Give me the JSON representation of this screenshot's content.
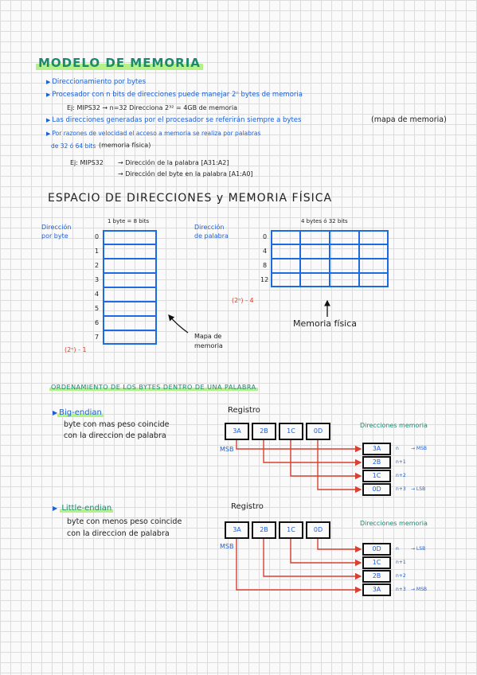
{
  "title": "MODELO DE MEMORIA",
  "bullets": {
    "b1": "Direccionamiento por bytes",
    "b2": "Procesador con n bits de direcciones puede manejar 2ⁿ bytes de memoria",
    "b2_example": "Ej: MIPS32 → n=32   Direcciona 2³² = 4GB de memoria",
    "b3": "Las direcciones generadas por el procesador se referirán siempre a bytes",
    "b3_note": "(mapa de memoria)",
    "b4a": "Por razones de velocidad el acceso a memoria se realiza por palabras",
    "b4b": "de 32 ó 64 bits",
    "b4b_note": "(memoria física)",
    "ex_label": "Ej: MIPS32",
    "ex1": "→ Dirección de la palabra [A31:A2]",
    "ex2": "→ Dirección del byte en la palabra [A1:A0]"
  },
  "espacio": {
    "heading": "ESPACIO DE DIRECCIONES y MEMORIA FÍSICA",
    "byte_map": {
      "label_line1": "Dirección",
      "label_line2": "por byte",
      "top_label": "1 byte = 8 bits",
      "addresses": [
        "0",
        "1",
        "2",
        "3",
        "4",
        "5",
        "6",
        "7"
      ],
      "end_label": "(2ⁿ) - 1",
      "caption_line1": "Mapa de",
      "caption_line2": "memoria"
    },
    "word_map": {
      "label_line1": "Dirección",
      "label_line2": "de palabra",
      "top_label": "4 bytes ó 32 bits",
      "addresses": [
        "0",
        "4",
        "8",
        "12"
      ],
      "end_label": "(2ⁿ) - 4",
      "caption": "Memoria física"
    }
  },
  "ordenamiento": {
    "heading": "ORDENAMIENTO DE LOS BYTES DENTRO DE UNA PALABRA",
    "big": {
      "title": "Big-endian",
      "desc_line1": "byte con mas peso coincide",
      "desc_line2": "con la direccion de palabra",
      "registro_label": "Registro",
      "register": [
        "3A",
        "2B",
        "1C",
        "0D"
      ],
      "msb_label": "MSB",
      "mem_label": "Direcciones memoria",
      "memory": [
        "3A",
        "2B",
        "1C",
        "0D"
      ],
      "addresses": [
        "n",
        "n+1",
        "n+2",
        "n+3"
      ],
      "first_note": "→ MSB",
      "last_note": "→ LSB"
    },
    "little": {
      "title": "Little-endian",
      "desc_line1": "byte con menos peso coincide",
      "desc_line2": "con la direccion de palabra",
      "registro_label": "Registro",
      "register": [
        "3A",
        "2B",
        "1C",
        "0D"
      ],
      "msb_label": "MSB",
      "mem_label": "Direcciones memoria",
      "memory": [
        "0D",
        "1C",
        "2B",
        "3A"
      ],
      "addresses": [
        "n",
        "n+1",
        "n+2",
        "n+3"
      ],
      "first_note": "→ LSB",
      "last_note": "→ MSB"
    }
  }
}
